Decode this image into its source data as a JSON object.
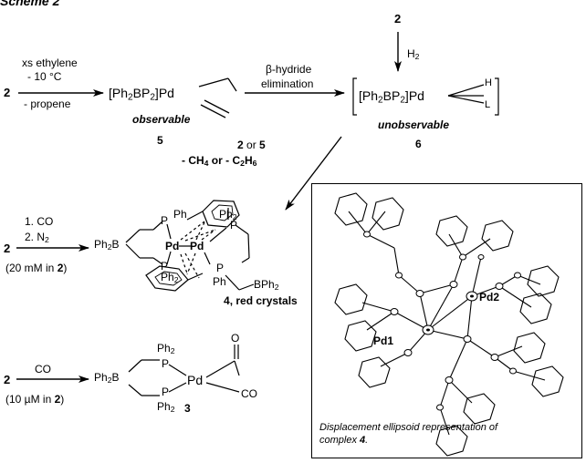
{
  "heading": "Scheme 2",
  "compounds": {
    "c2": "2",
    "c3": "3",
    "c4": "4",
    "c5": "5",
    "c6": "6"
  },
  "fragments": {
    "ligand_open": "[Ph",
    "ligand_close": "]",
    "pd": "Pd",
    "b": "B",
    "p": "P",
    "ph": "Ph",
    "ph2": "Ph",
    "two": "2",
    "h": "H",
    "l": "L",
    "o": "O",
    "co": "CO"
  },
  "arrows": {
    "a1_line1": "xs ethylene",
    "a1_line2": "- 10 °C",
    "a1_line3": "- propene",
    "a2_line1": "β-hydride",
    "a2_line2": "elimination",
    "h2": "H",
    "a4_line1_or": "or",
    "a4_line2_prefix": "- CH",
    "a4_line2_mid": " or - C",
    "a4_sub4": "4",
    "a4_sub2": "2",
    "a4_sub6": "6",
    "a5_line1": "1. CO",
    "a5_line2": "2. N",
    "a5_conc": "(20 mM in ",
    "a6_line1": "CO",
    "a6_conc": "(10 µM in ",
    "paren_close": ")"
  },
  "labels": {
    "observable": "observable",
    "unobservable": "unobservable",
    "red_crystals": ", red crystals"
  },
  "ortep": {
    "pd1": "Pd1",
    "pd2": "Pd2",
    "caption_part1": "Displacement ellipsoid representation of complex ",
    "caption_part2": "4",
    "caption_end": "."
  }
}
